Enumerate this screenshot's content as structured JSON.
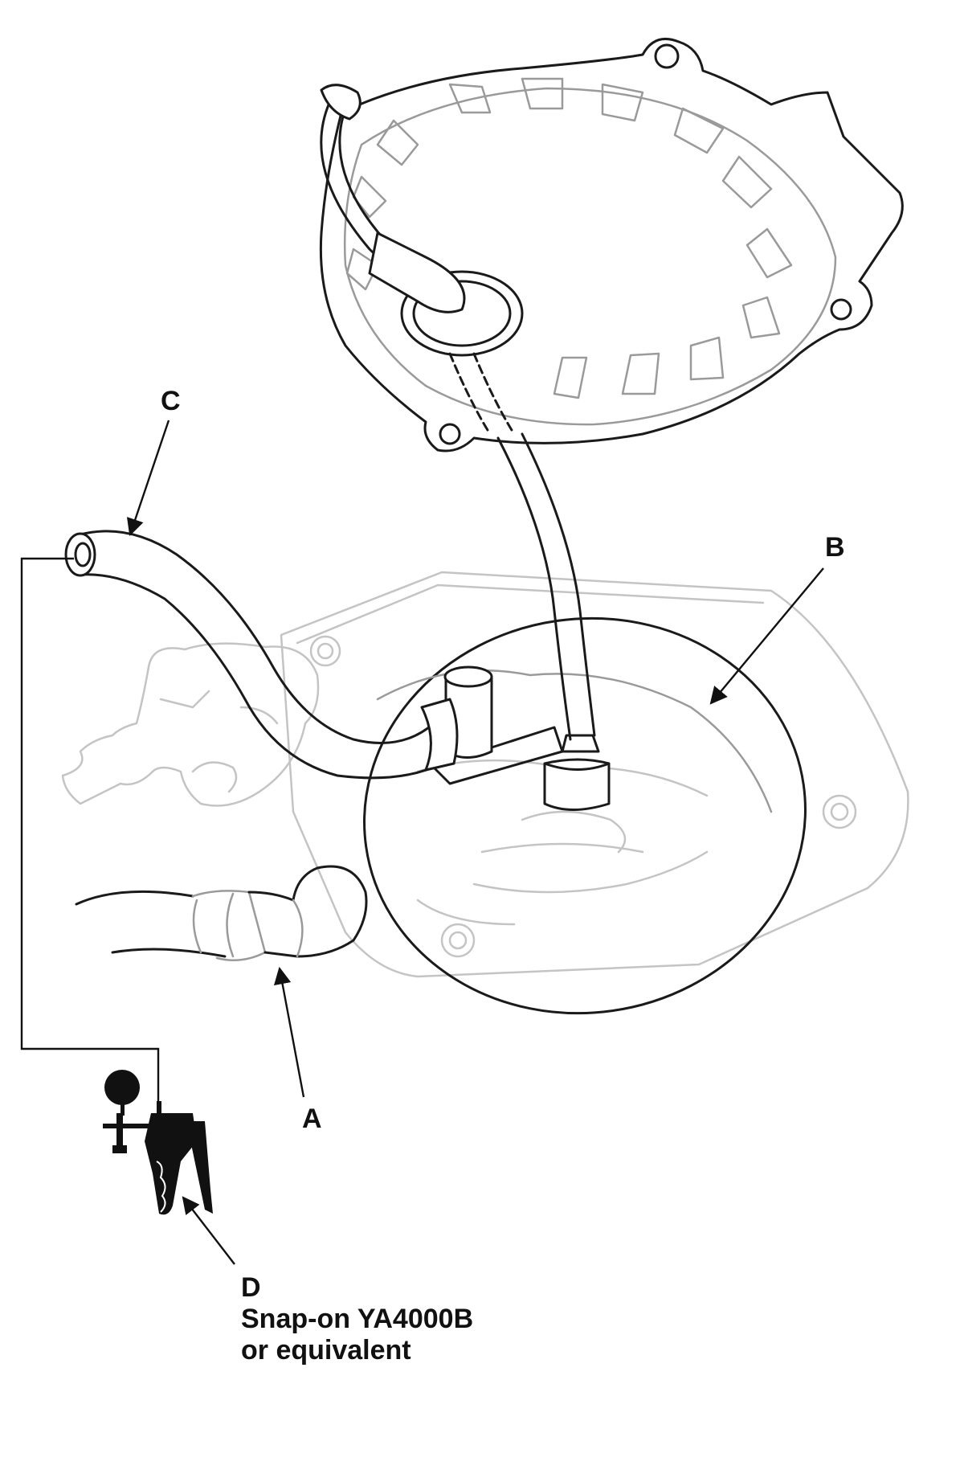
{
  "callouts": {
    "a": "A",
    "b": "B",
    "c": "C",
    "d": "D"
  },
  "tool_note": {
    "line1": "Snap-on YA4000B",
    "line2": "or equivalent"
  },
  "colors": {
    "outline": "#1a1a1a",
    "ghost": "#c4c4c4",
    "background": "#ffffff"
  }
}
